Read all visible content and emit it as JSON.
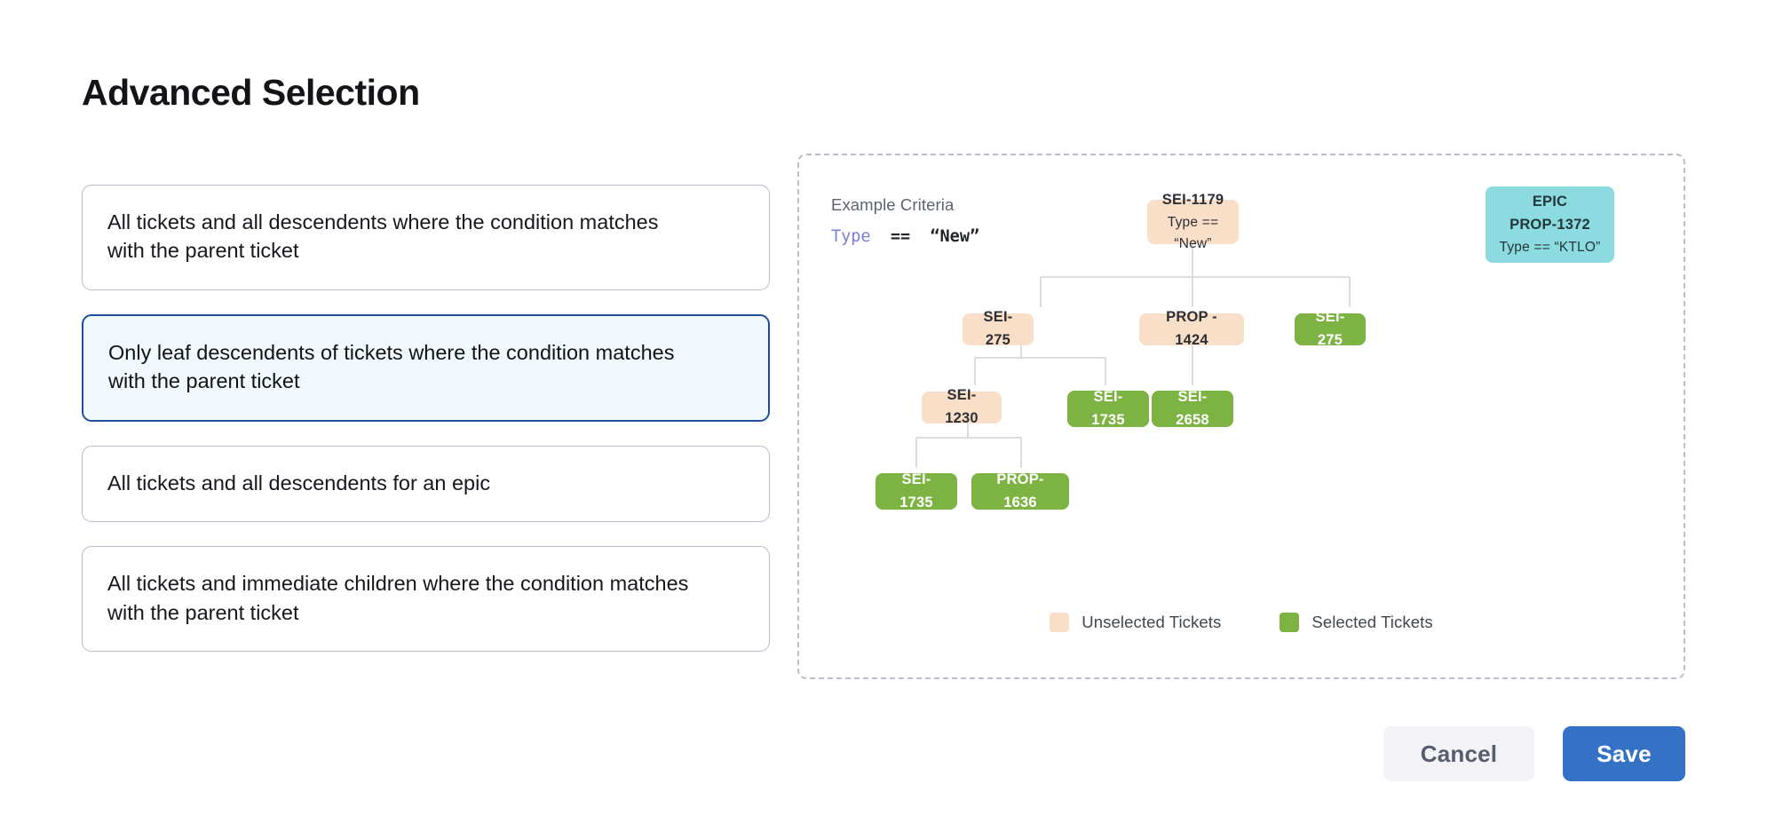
{
  "header": {
    "title": "Advanced Selection"
  },
  "options": {
    "items": [
      {
        "label": "All tickets and all descendents where the condition matches with the parent ticket",
        "selected": false
      },
      {
        "label": "Only leaf descendents of tickets where the condition matches with the parent ticket",
        "selected": true
      },
      {
        "label": "All tickets and all descendents for an epic",
        "selected": false
      },
      {
        "label": "All tickets and immediate children where the condition matches with the parent ticket",
        "selected": false
      }
    ]
  },
  "diagram": {
    "criteria_label": "Example Criteria",
    "criteria": {
      "field": "Type",
      "operator": "==",
      "value": "“New”"
    },
    "nodes": [
      {
        "id": "sei-1179",
        "title": "SEI-1179",
        "sub": "Type == “New”",
        "state": "unselected"
      },
      {
        "id": "epic-prop-1372",
        "title": "EPIC",
        "title2": "PROP-1372",
        "sub": "Type == “KTLO”",
        "state": "epic"
      },
      {
        "id": "sei-275-a",
        "title": "SEI-275",
        "state": "unselected"
      },
      {
        "id": "prop-1424",
        "title": "PROP - 1424",
        "state": "unselected"
      },
      {
        "id": "sei-275-b",
        "title": "SEI-275",
        "state": "selected"
      },
      {
        "id": "sei-1230",
        "title": "SEI-1230",
        "state": "unselected"
      },
      {
        "id": "sei-1735-a",
        "title": "SEI-1735",
        "state": "selected"
      },
      {
        "id": "sei-2658",
        "title": "SEI-2658",
        "state": "selected"
      },
      {
        "id": "sei-1735-b",
        "title": "SEI-1735",
        "state": "selected"
      },
      {
        "id": "prop-1636",
        "title": "PROP-1636",
        "state": "selected"
      }
    ],
    "legend": [
      {
        "swatch": "unselected",
        "label": "Unselected Tickets"
      },
      {
        "swatch": "selected",
        "label": "Selected Tickets"
      }
    ]
  },
  "footer": {
    "cancel_label": "Cancel",
    "save_label": "Save"
  },
  "colors": {
    "selected_node": "#7cb342",
    "unselected_node": "#fadfc8",
    "epic_node": "#8bdbe0",
    "save_button": "#3572c6",
    "selected_card_border": "#1f4f9c",
    "selected_card_bg": "#f2f9fc"
  }
}
